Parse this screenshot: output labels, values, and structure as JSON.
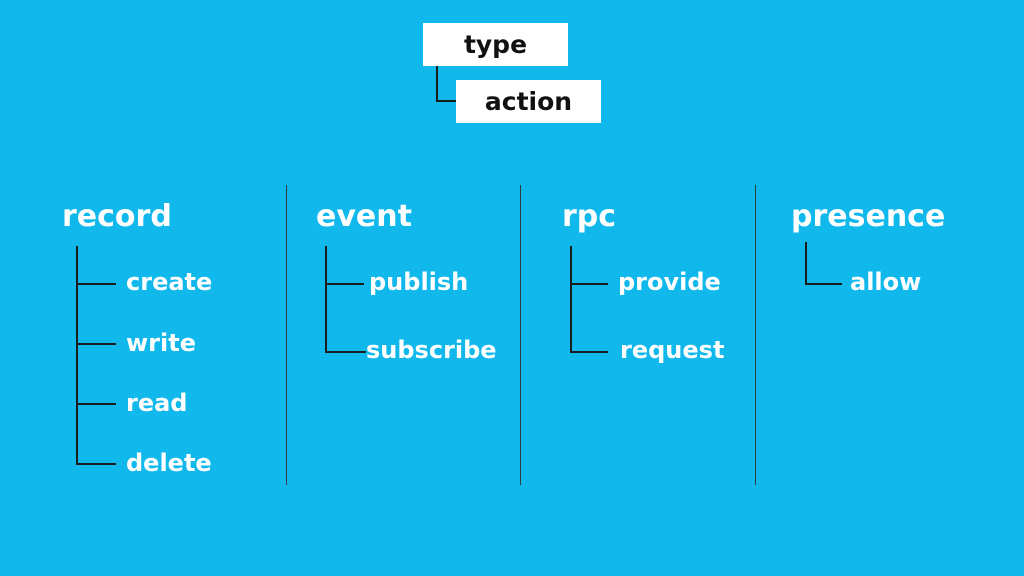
{
  "legend": {
    "type_label": "type",
    "action_label": "action"
  },
  "categories": [
    {
      "name": "record",
      "actions": [
        "create",
        "write",
        "read",
        "delete"
      ]
    },
    {
      "name": "event",
      "actions": [
        "publish",
        "subscribe"
      ]
    },
    {
      "name": "rpc",
      "actions": [
        "provide",
        "request"
      ]
    },
    {
      "name": "presence",
      "actions": [
        "allow"
      ]
    }
  ],
  "colors": {
    "background": "#11b8ec",
    "text": "#ffffff",
    "line": "#1c1c1c",
    "legend_box": "#ffffff"
  }
}
